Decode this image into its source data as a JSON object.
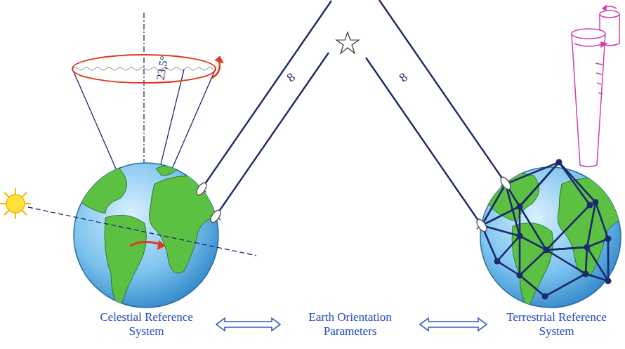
{
  "diagram": {
    "nodes": [
      {
        "text": [
          "Celestial Reference System"
        ]
      },
      {
        "text": [
          "Earth Orientation Parameters"
        ]
      },
      {
        "text": [
          "Terrestrial Reference System"
        ]
      }
    ],
    "edges": [
      {
        "from": 0,
        "to": 1,
        "arrow": "both"
      },
      {
        "from": 1,
        "to": 2,
        "arrow": "both"
      }
    ],
    "labels": [
      "23,5°",
      "8",
      "8"
    ]
  }
}
